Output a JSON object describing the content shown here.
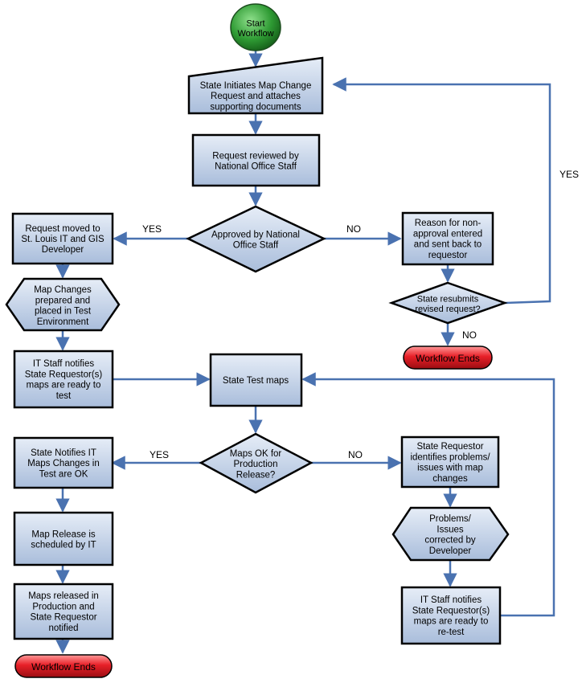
{
  "nodes": {
    "start": {
      "lines": [
        "Start",
        "Workflow"
      ]
    },
    "initiate": {
      "lines": [
        "State Initiates Map Change",
        "Request and attaches",
        "supporting documents"
      ]
    },
    "review": {
      "lines": [
        "Request reviewed by",
        "National Office Staff"
      ]
    },
    "approved": {
      "lines": [
        "Approved by National",
        "Office Staff"
      ]
    },
    "moved": {
      "lines": [
        "Request moved to",
        "St. Louis IT and GIS",
        "Developer"
      ]
    },
    "reason": {
      "lines": [
        "Reason for non-",
        "approval entered",
        "and sent back to",
        "requestor"
      ]
    },
    "resubmit": {
      "lines": [
        "State resubmits",
        "revised request?"
      ]
    },
    "end1": {
      "lines": [
        "Workflow Ends"
      ]
    },
    "prepared": {
      "lines": [
        "Map Changes",
        "prepared and",
        "placed in Test",
        "Environment"
      ]
    },
    "notify1": {
      "lines": [
        "IT Staff notifies",
        "State Requestor(s)",
        "maps are ready to",
        "test"
      ]
    },
    "test": {
      "lines": [
        "State Test maps"
      ]
    },
    "ok": {
      "lines": [
        "Maps OK for",
        "Production",
        "Release?"
      ]
    },
    "notifyit": {
      "lines": [
        "State Notifies IT",
        "Maps Changes in",
        "Test are OK"
      ]
    },
    "identifies": {
      "lines": [
        "State Requestor",
        "identifies problems/",
        "issues with map",
        "changes"
      ]
    },
    "scheduled": {
      "lines": [
        "Map Release is",
        "scheduled by IT"
      ]
    },
    "corrected": {
      "lines": [
        "Problems/",
        "Issues",
        "corrected by",
        "Developer"
      ]
    },
    "released": {
      "lines": [
        "Maps released in",
        "Production and",
        "State Requestor",
        "notified"
      ]
    },
    "notify2": {
      "lines": [
        "IT Staff notifies",
        "State Requestor(s)",
        "maps are ready to",
        "re-test"
      ]
    },
    "end2": {
      "lines": [
        "Workflow Ends"
      ]
    }
  },
  "edge_labels": {
    "approved_yes": "YES",
    "approved_no": "NO",
    "resubmit_yes": "YES",
    "resubmit_no": "NO",
    "ok_yes": "YES",
    "ok_no": "NO"
  },
  "colors": {
    "process_fill": "#c5d3e8",
    "process_stroke": "#000000",
    "connector": "#4a72b0",
    "start_fill": "#2e9a33",
    "end_fill": "#e01b23"
  }
}
